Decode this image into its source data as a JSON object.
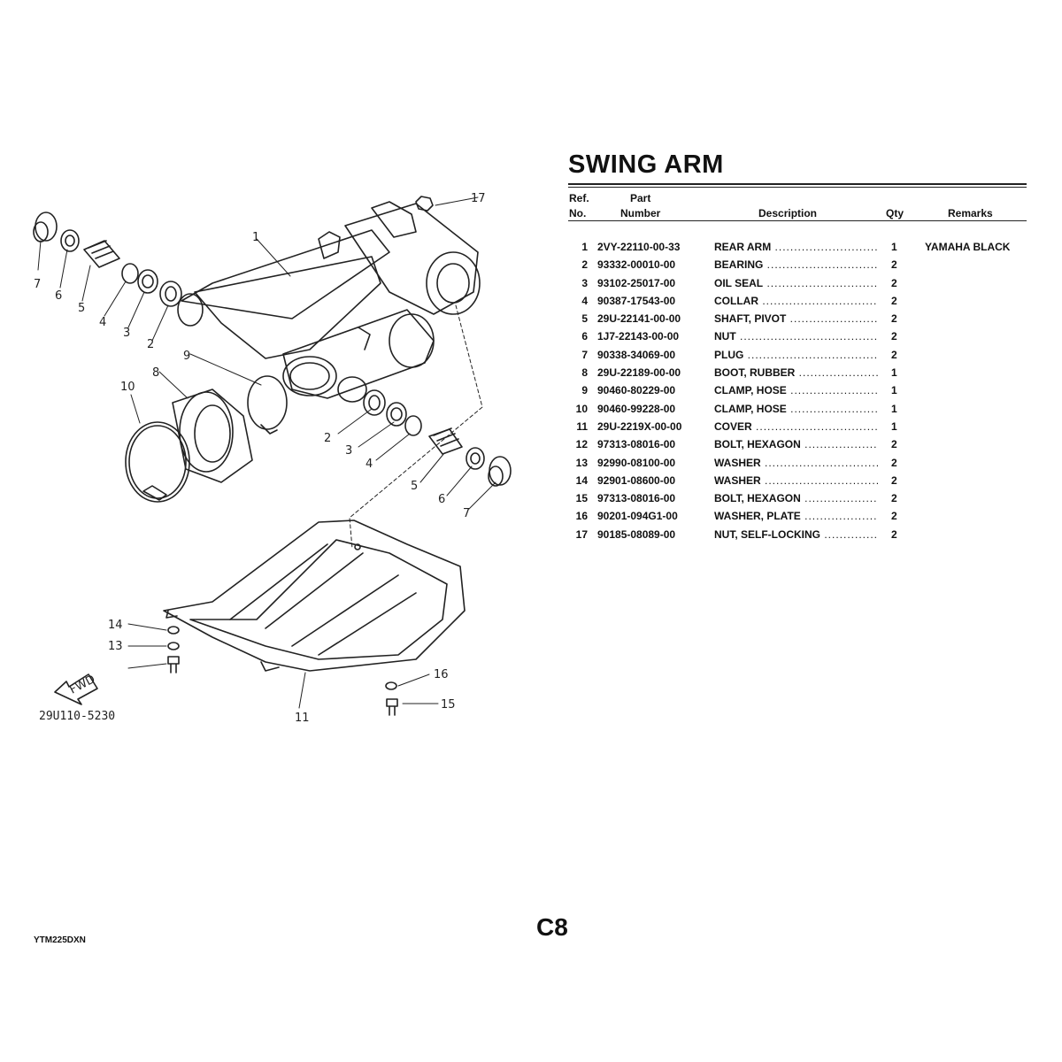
{
  "section_title": "SWING ARM",
  "table_headers": {
    "ref_line1": "Ref.",
    "ref_line2": "No.",
    "part_line1": "Part",
    "part_line2": "Number",
    "description": "Description",
    "qty": "Qty",
    "remarks": "Remarks"
  },
  "parts": [
    {
      "ref": "1",
      "part_number": "2VY-22110-00-33",
      "description": "REAR ARM",
      "qty": "1",
      "remarks": "YAMAHA BLACK"
    },
    {
      "ref": "2",
      "part_number": "93332-00010-00",
      "description": "BEARING",
      "qty": "2",
      "remarks": ""
    },
    {
      "ref": "3",
      "part_number": "93102-25017-00",
      "description": "OIL SEAL",
      "qty": "2",
      "remarks": ""
    },
    {
      "ref": "4",
      "part_number": "90387-17543-00",
      "description": "COLLAR",
      "qty": "2",
      "remarks": ""
    },
    {
      "ref": "5",
      "part_number": "29U-22141-00-00",
      "description": "SHAFT, PIVOT",
      "qty": "2",
      "remarks": ""
    },
    {
      "ref": "6",
      "part_number": "1J7-22143-00-00",
      "description": "NUT",
      "qty": "2",
      "remarks": ""
    },
    {
      "ref": "7",
      "part_number": "90338-34069-00",
      "description": "PLUG",
      "qty": "2",
      "remarks": ""
    },
    {
      "ref": "8",
      "part_number": "29U-22189-00-00",
      "description": "BOOT, RUBBER",
      "qty": "1",
      "remarks": ""
    },
    {
      "ref": "9",
      "part_number": "90460-80229-00",
      "description": "CLAMP, HOSE",
      "qty": "1",
      "remarks": ""
    },
    {
      "ref": "10",
      "part_number": "90460-99228-00",
      "description": "CLAMP, HOSE",
      "qty": "1",
      "remarks": ""
    },
    {
      "ref": "11",
      "part_number": "29U-2219X-00-00",
      "description": "COVER",
      "qty": "1",
      "remarks": ""
    },
    {
      "ref": "12",
      "part_number": "97313-08016-00",
      "description": "BOLT, HEXAGON",
      "qty": "2",
      "remarks": ""
    },
    {
      "ref": "13",
      "part_number": "92990-08100-00",
      "description": "WASHER",
      "qty": "2",
      "remarks": ""
    },
    {
      "ref": "14",
      "part_number": "92901-08600-00",
      "description": "WASHER",
      "qty": "2",
      "remarks": ""
    },
    {
      "ref": "15",
      "part_number": "97313-08016-00",
      "description": "BOLT, HEXAGON",
      "qty": "2",
      "remarks": ""
    },
    {
      "ref": "16",
      "part_number": "90201-094G1-00",
      "description": "WASHER, PLATE",
      "qty": "2",
      "remarks": ""
    },
    {
      "ref": "17",
      "part_number": "90185-08089-00",
      "description": "NUT, SELF-LOCKING",
      "qty": "2",
      "remarks": ""
    }
  ],
  "diagram": {
    "drawing_code": "29U110-5230",
    "fwd_label": "FWD",
    "callouts": [
      "1",
      "2",
      "3",
      "4",
      "5",
      "6",
      "7",
      "8",
      "9",
      "10",
      "11",
      "13",
      "14",
      "15",
      "16",
      "17"
    ]
  },
  "page_number": "C8",
  "doc_code": "YTM225DXN"
}
